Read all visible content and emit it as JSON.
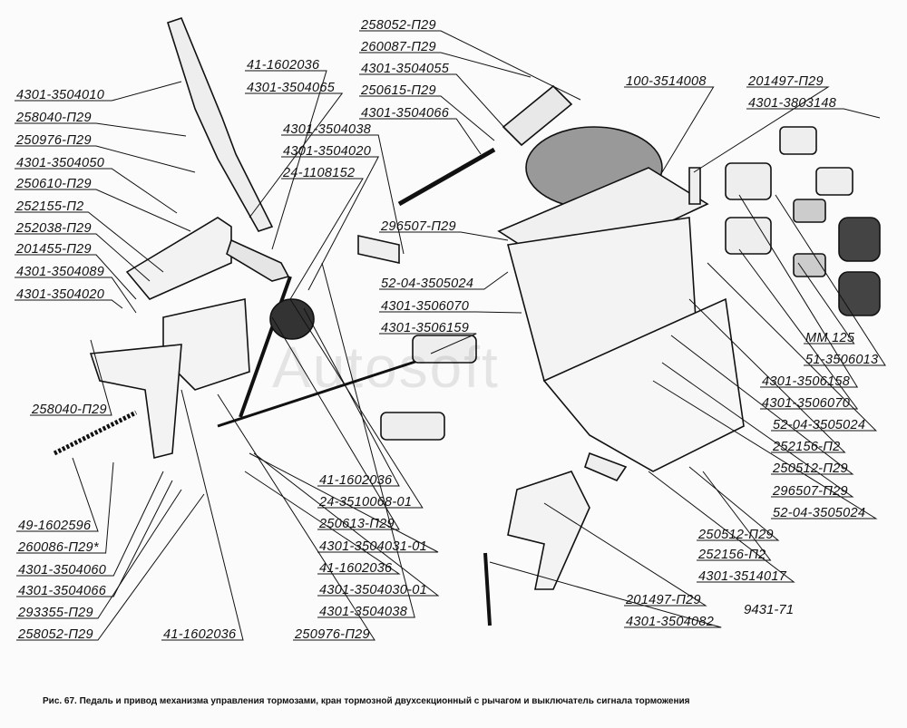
{
  "caption": "Рис. 67.  Педаль и привод механизма управления тормозами, кран тормозной двухсекционный с рычагом и выключатель сигнала торможения",
  "watermark": "Autosoft",
  "drawing_number": "9431-71",
  "labels": [
    "4301-3504010",
    "258040-П29",
    "250976-П29",
    "4301-3504050",
    "250610-П29",
    "252155-П2",
    "252038-П29",
    "201455-П29",
    "4301-3504089",
    "4301-3504020",
    "258040-П29",
    "49-1602596",
    "260086-П29*",
    "4301-3504060",
    "4301-3504066",
    "293355-П29",
    "258052-П29",
    "41-1602036",
    "250976-П29",
    "41-1602036",
    "4301-3504065",
    "258052-П29",
    "260087-П29",
    "4301-3504055",
    "250615-П29",
    "4301-3504066",
    "4301-3504038",
    "4301-3504020",
    "24-1108152",
    "100-3514008",
    "201497-П29",
    "4301-3803148",
    "296507-П29",
    "52-04-3505024",
    "4301-3506070",
    "4301-3506159",
    "ММ 125",
    "51-3506013",
    "4301-3506158",
    "4301-3506070",
    "52-04-3505024",
    "252156-П2",
    "250512-П29",
    "296507-П29",
    "52-04-3505024",
    "41-1602036",
    "24-3510068-01",
    "250613-П29",
    "4301-3504031-01",
    "41-1602036",
    "4301-3504030-01",
    "4301-3504038",
    "250512-П29",
    "252156-П2",
    "4301-3514017",
    "201497-П29",
    "4301-3504082"
  ]
}
